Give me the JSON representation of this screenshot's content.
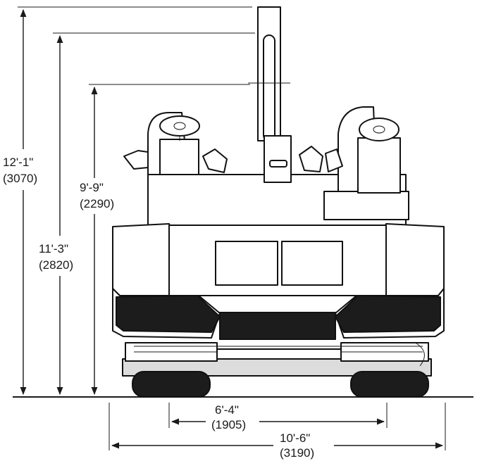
{
  "dimensions": {
    "overall_height": {
      "imperial": "12'-1\"",
      "metric": "(3070)"
    },
    "hopper_height": {
      "imperial": "11'-3\"",
      "metric": "(2820)"
    },
    "seat_height": {
      "imperial": "9'-9\"",
      "metric": "(2290)"
    },
    "track_width": {
      "imperial": "6'-4\"",
      "metric": "(1905)"
    },
    "overall_width": {
      "imperial": "10'-6\"",
      "metric": "(3190)"
    }
  },
  "colors": {
    "line": "#1a1a1a",
    "body": "#ffffff",
    "shading": "#dcdcdc",
    "dark": "#1c1c1c"
  }
}
